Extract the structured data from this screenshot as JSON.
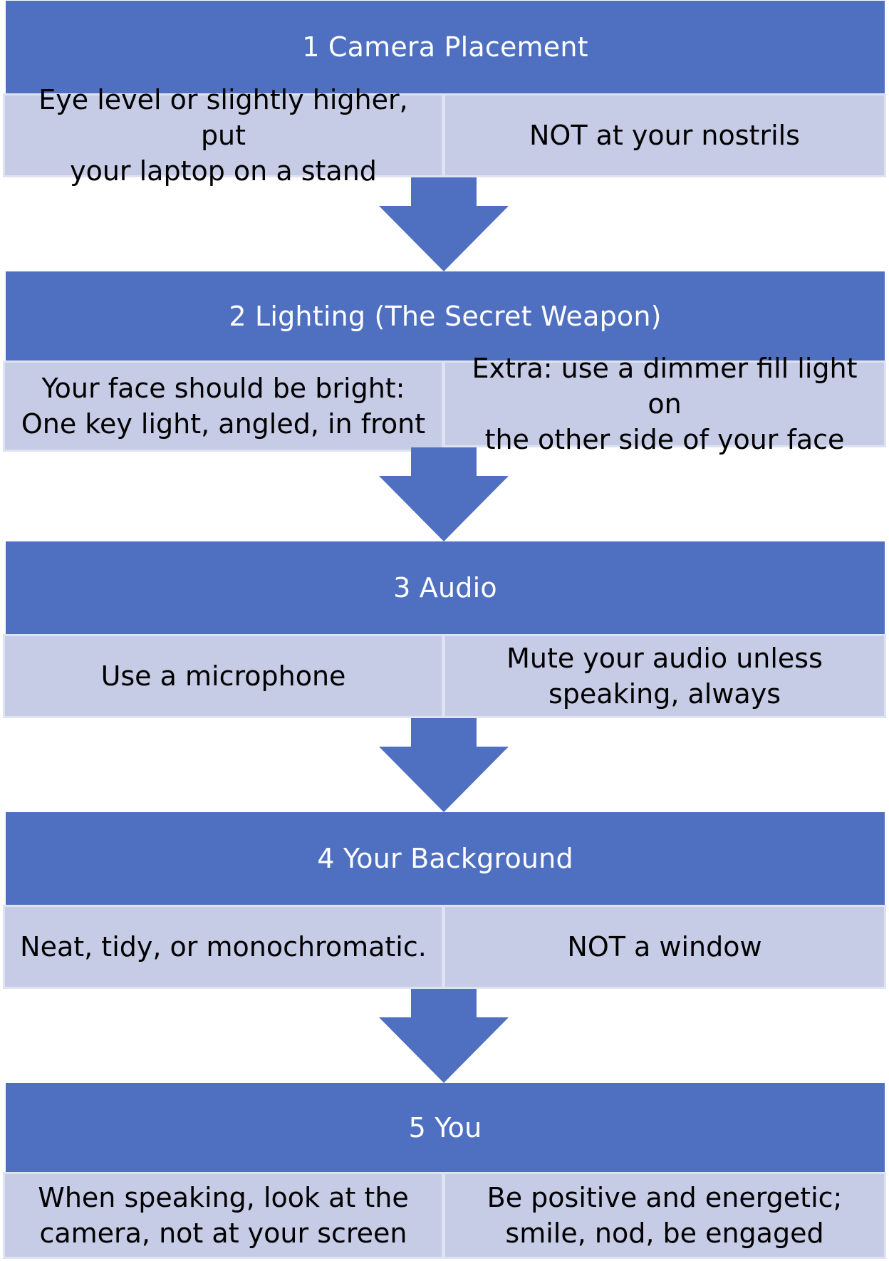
{
  "steps": [
    {
      "title": "1 Camera Placement",
      "left": "Eye level or slightly higher, put\nyour laptop on a stand",
      "right": "NOT at your nostrils"
    },
    {
      "title": "2 Lighting (The Secret Weapon)",
      "left": "Your face should be bright:\nOne key light, angled, in front",
      "right": "Extra: use a dimmer fill light on\nthe other side of your face"
    },
    {
      "title": "3 Audio",
      "left": "Use a microphone",
      "right": "Mute your audio unless\nspeaking, always"
    },
    {
      "title": "4 Your Background",
      "left": "Neat, tidy, or monochromatic.",
      "right": "NOT a window"
    },
    {
      "title": "5 You",
      "left": "When speaking, look at the\ncamera, not at your screen",
      "right": "Be positive and energetic;\nsmile, nod, be engaged"
    }
  ],
  "colors": {
    "header": "#4f70c1",
    "cell": "#c6cbe6",
    "arrow": "#4f70c1"
  },
  "icons": {
    "connector": "down-arrow-icon"
  }
}
